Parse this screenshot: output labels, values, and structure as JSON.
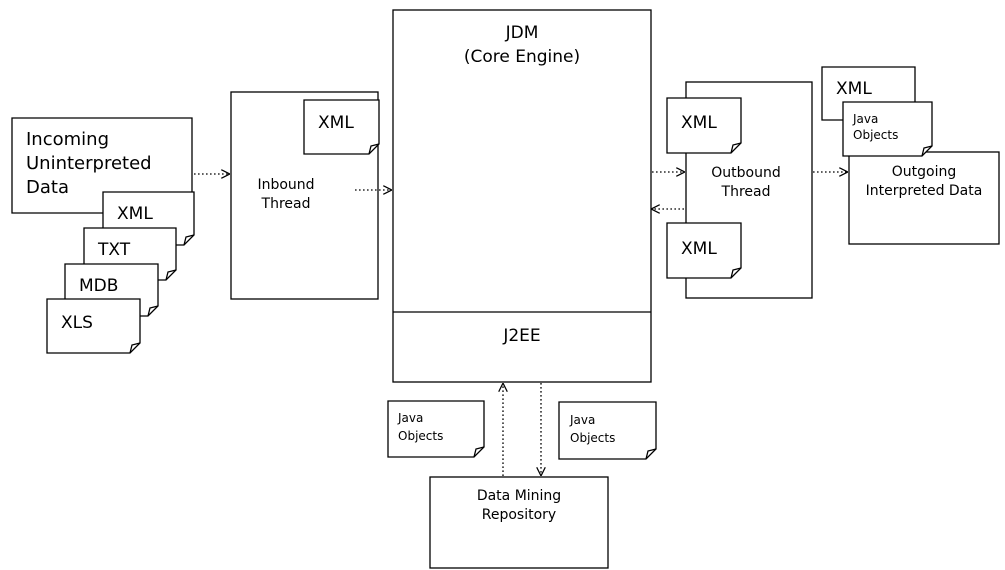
{
  "incoming": {
    "line1": "Incoming",
    "line2": "Uninterpreted",
    "line3": "Data"
  },
  "input_formats": [
    "XML",
    "TXT",
    "MDB",
    "XLS"
  ],
  "inbound": {
    "doc": "XML",
    "line1": "Inbound",
    "line2": "Thread"
  },
  "engine": {
    "title": "JDM",
    "subtitle": "(Core Engine)",
    "platform": "J2EE"
  },
  "outbound": {
    "doc_top": "XML",
    "doc_bottom": "XML",
    "line1": "Outbound",
    "line2": "Thread"
  },
  "outgoing": {
    "doc_xml": "XML",
    "doc_java1": "Java",
    "doc_java2": "Objects",
    "line1": "Outgoing",
    "line2": "Interpreted Data"
  },
  "repo_docs": [
    {
      "line1": "Java",
      "line2": "Objects"
    },
    {
      "line1": "Java",
      "line2": "Objects"
    }
  ],
  "repository": {
    "line1": "Data Mining",
    "line2": "Repository"
  },
  "colors": {
    "stroke": "#000000",
    "fill": "#ffffff"
  }
}
